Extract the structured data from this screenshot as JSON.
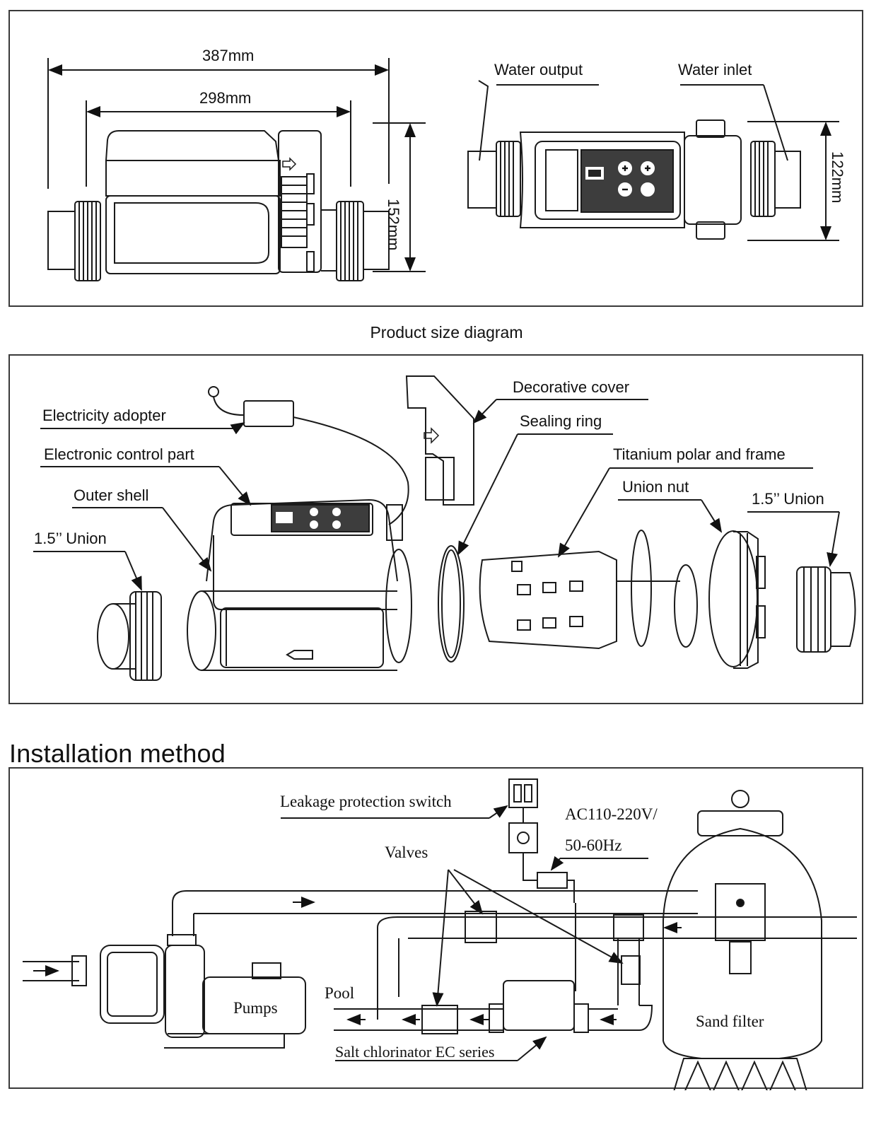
{
  "size_diagram": {
    "dim_overall": "387mm",
    "dim_body": "298mm",
    "dim_height": "152mm",
    "dim_width": "122mm",
    "label_water_output": "Water output",
    "label_water_inlet": "Water inlet",
    "caption": "Product size diagram"
  },
  "exploded_view": {
    "labels": {
      "electricity_adopter": "Electricity adopter",
      "electronic_control_part": "Electronic control part",
      "outer_shell": "Outer shell",
      "union_left": "1.5’’ Union",
      "decorative_cover": "Decorative cover",
      "sealing_ring": "Sealing ring",
      "titanium_polar": "Titanium polar and frame",
      "union_nut": "Union nut",
      "union_right": "1.5’’ Union"
    }
  },
  "installation": {
    "title": "Installation method",
    "labels": {
      "leakage_switch": "Leakage protection switch",
      "voltage": "AC110-220V/",
      "frequency": "50-60Hz",
      "valves": "Valves",
      "pool": "Pool",
      "pumps": "Pumps",
      "sand_filter": "Sand filter",
      "chlorinator": "Salt chlorinator EC series"
    }
  },
  "colors": {
    "line": "#1a1a1a",
    "border": "#3a3a3a",
    "background": "#ffffff",
    "panel_fill": "#3d3d3d"
  }
}
